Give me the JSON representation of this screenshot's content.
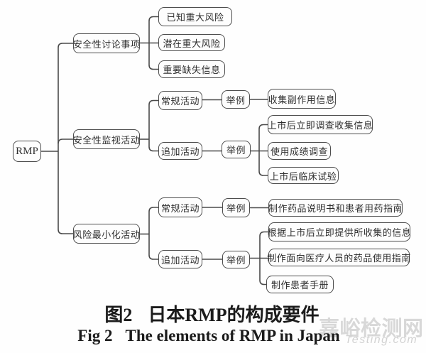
{
  "tree": {
    "root": "RMP",
    "sections": [
      {
        "label": "安全性讨论事项",
        "leaves": [
          "已知重大风险",
          "潜在重大风险",
          "重要缺失信息"
        ]
      },
      {
        "label": "安全性监视活动",
        "routine": {
          "label": "常规活动",
          "example": "举例",
          "items": [
            "收集副作用信息"
          ]
        },
        "additional": {
          "label": "追加活动",
          "example": "举例",
          "items": [
            "上市后立即调查收集信息",
            "使用成绩调查",
            "上市后临床试验"
          ]
        }
      },
      {
        "label": "风险最小化活动",
        "routine": {
          "label": "常规活动",
          "example": "举例",
          "items": [
            "制作药品说明书和患者用药指南"
          ]
        },
        "additional": {
          "label": "追加活动",
          "example": "举例",
          "items": [
            "根据上市后立即提供所收集的信息",
            "制作面向医疗人员的药品使用指南",
            "制作患者手册"
          ]
        }
      }
    ]
  },
  "caption": {
    "zh_prefix": "图2",
    "zh_title": "日本RMP的构成要件",
    "en_prefix": "Fig 2",
    "en_title": "The elements of RMP in Japan"
  },
  "watermark": {
    "site_name": "嘉峪检测网",
    "url": "Testing.com"
  },
  "colors": {
    "line": "#4a4a4a",
    "node_border": "#4d4d4d",
    "node_text": "#2e2e2e",
    "watermark": "#d8d8d8"
  }
}
